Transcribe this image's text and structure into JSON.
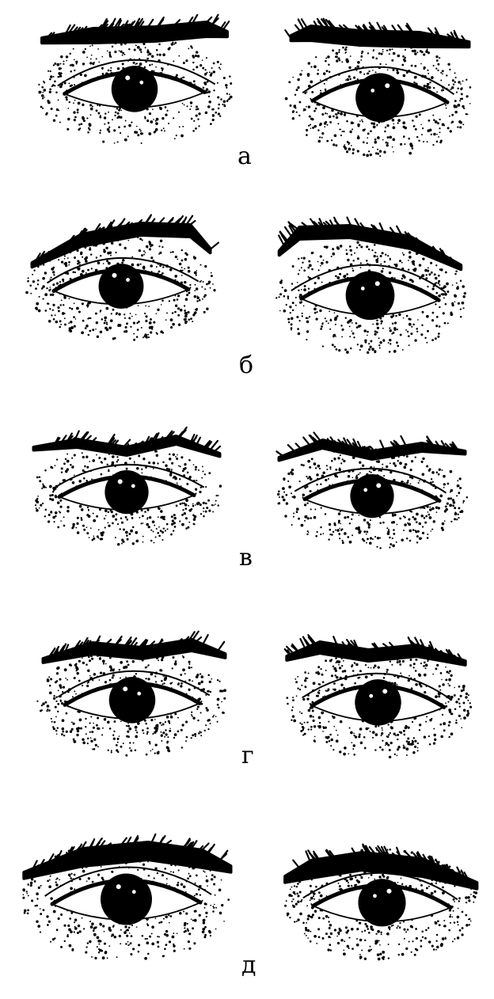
{
  "figure": {
    "rows": [
      {
        "label": "а",
        "brow": "flat-thick",
        "gaze": "center"
      },
      {
        "label": "б",
        "brow": "raised-arched",
        "gaze": "center"
      },
      {
        "label": "в",
        "brow": "raised-wavy",
        "gaze": "center"
      },
      {
        "label": "г",
        "brow": "knitted-inner-up",
        "gaze": "center"
      },
      {
        "label": "д",
        "brow": "lowered-heavy",
        "gaze": "center"
      }
    ],
    "ink_color": "#000000",
    "paper_color": "#ffffff"
  }
}
